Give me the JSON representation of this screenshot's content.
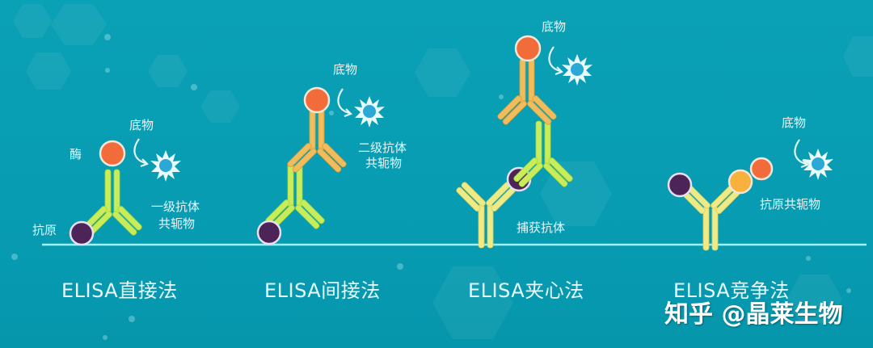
{
  "colors": {
    "background": "#079db3",
    "baseline": "#9ff0f2",
    "primary_antibody": "#c8ec5a",
    "secondary_antibody": "#f1bd5c",
    "capture_antibody": "#eeea86",
    "enzyme": "#f26b3a",
    "antigen": "#4c2457",
    "conjugate_antigen": "#f7b13c",
    "signal_star": "#2aa8d6",
    "text": "#e6f7fa"
  },
  "panels": [
    {
      "title": "ELISA直接法",
      "labels": {
        "enzyme": "酶",
        "substrate": "底物",
        "conjugate_line1": "一级抗体",
        "conjugate_line2": "共轭物",
        "antigen": "抗原"
      }
    },
    {
      "title": "ELISA间接法",
      "labels": {
        "substrate": "底物",
        "conjugate_line1": "二级抗体",
        "conjugate_line2": "共轭物"
      }
    },
    {
      "title": "ELISA夹心法",
      "labels": {
        "substrate": "底物",
        "capture": "捕获抗体"
      }
    },
    {
      "title": "ELISA竞争法",
      "labels": {
        "substrate": "底物",
        "conjugate": "抗原共轭物"
      }
    }
  ],
  "watermark": "知乎 @晶莱生物"
}
